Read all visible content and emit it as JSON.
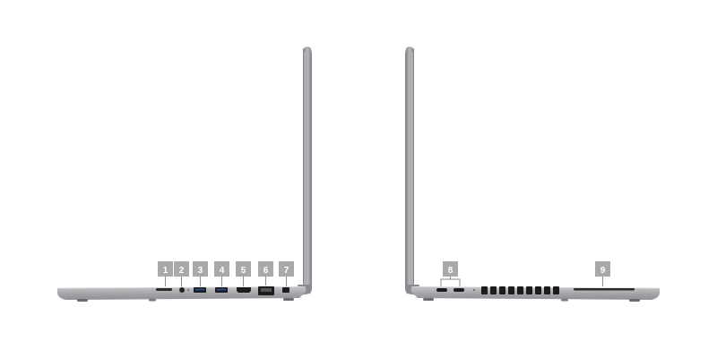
{
  "callouts": {
    "left_side": [
      "1",
      "2",
      "3",
      "4",
      "5",
      "6",
      "7"
    ],
    "right_side": [
      "8",
      "9"
    ]
  },
  "colors": {
    "chassis": "#9a9b9e",
    "chassis_dark": "#6c6d70",
    "chassis_light": "#c9cacc",
    "callout_box": "#a9a9ab",
    "port_black": "#1c1c1e"
  },
  "icons": {
    "left_ports": [
      "sd-card-slot-icon",
      "audio-jack-icon",
      "usb-a-port-icon",
      "usb-a-port-icon",
      "hdmi-port-icon",
      "ethernet-port-icon",
      "lock-slot-icon"
    ],
    "right_ports": [
      "usb-c-port-icon",
      "usb-c-port-icon",
      "air-vent-icon",
      "smart-card-slot-icon"
    ]
  }
}
